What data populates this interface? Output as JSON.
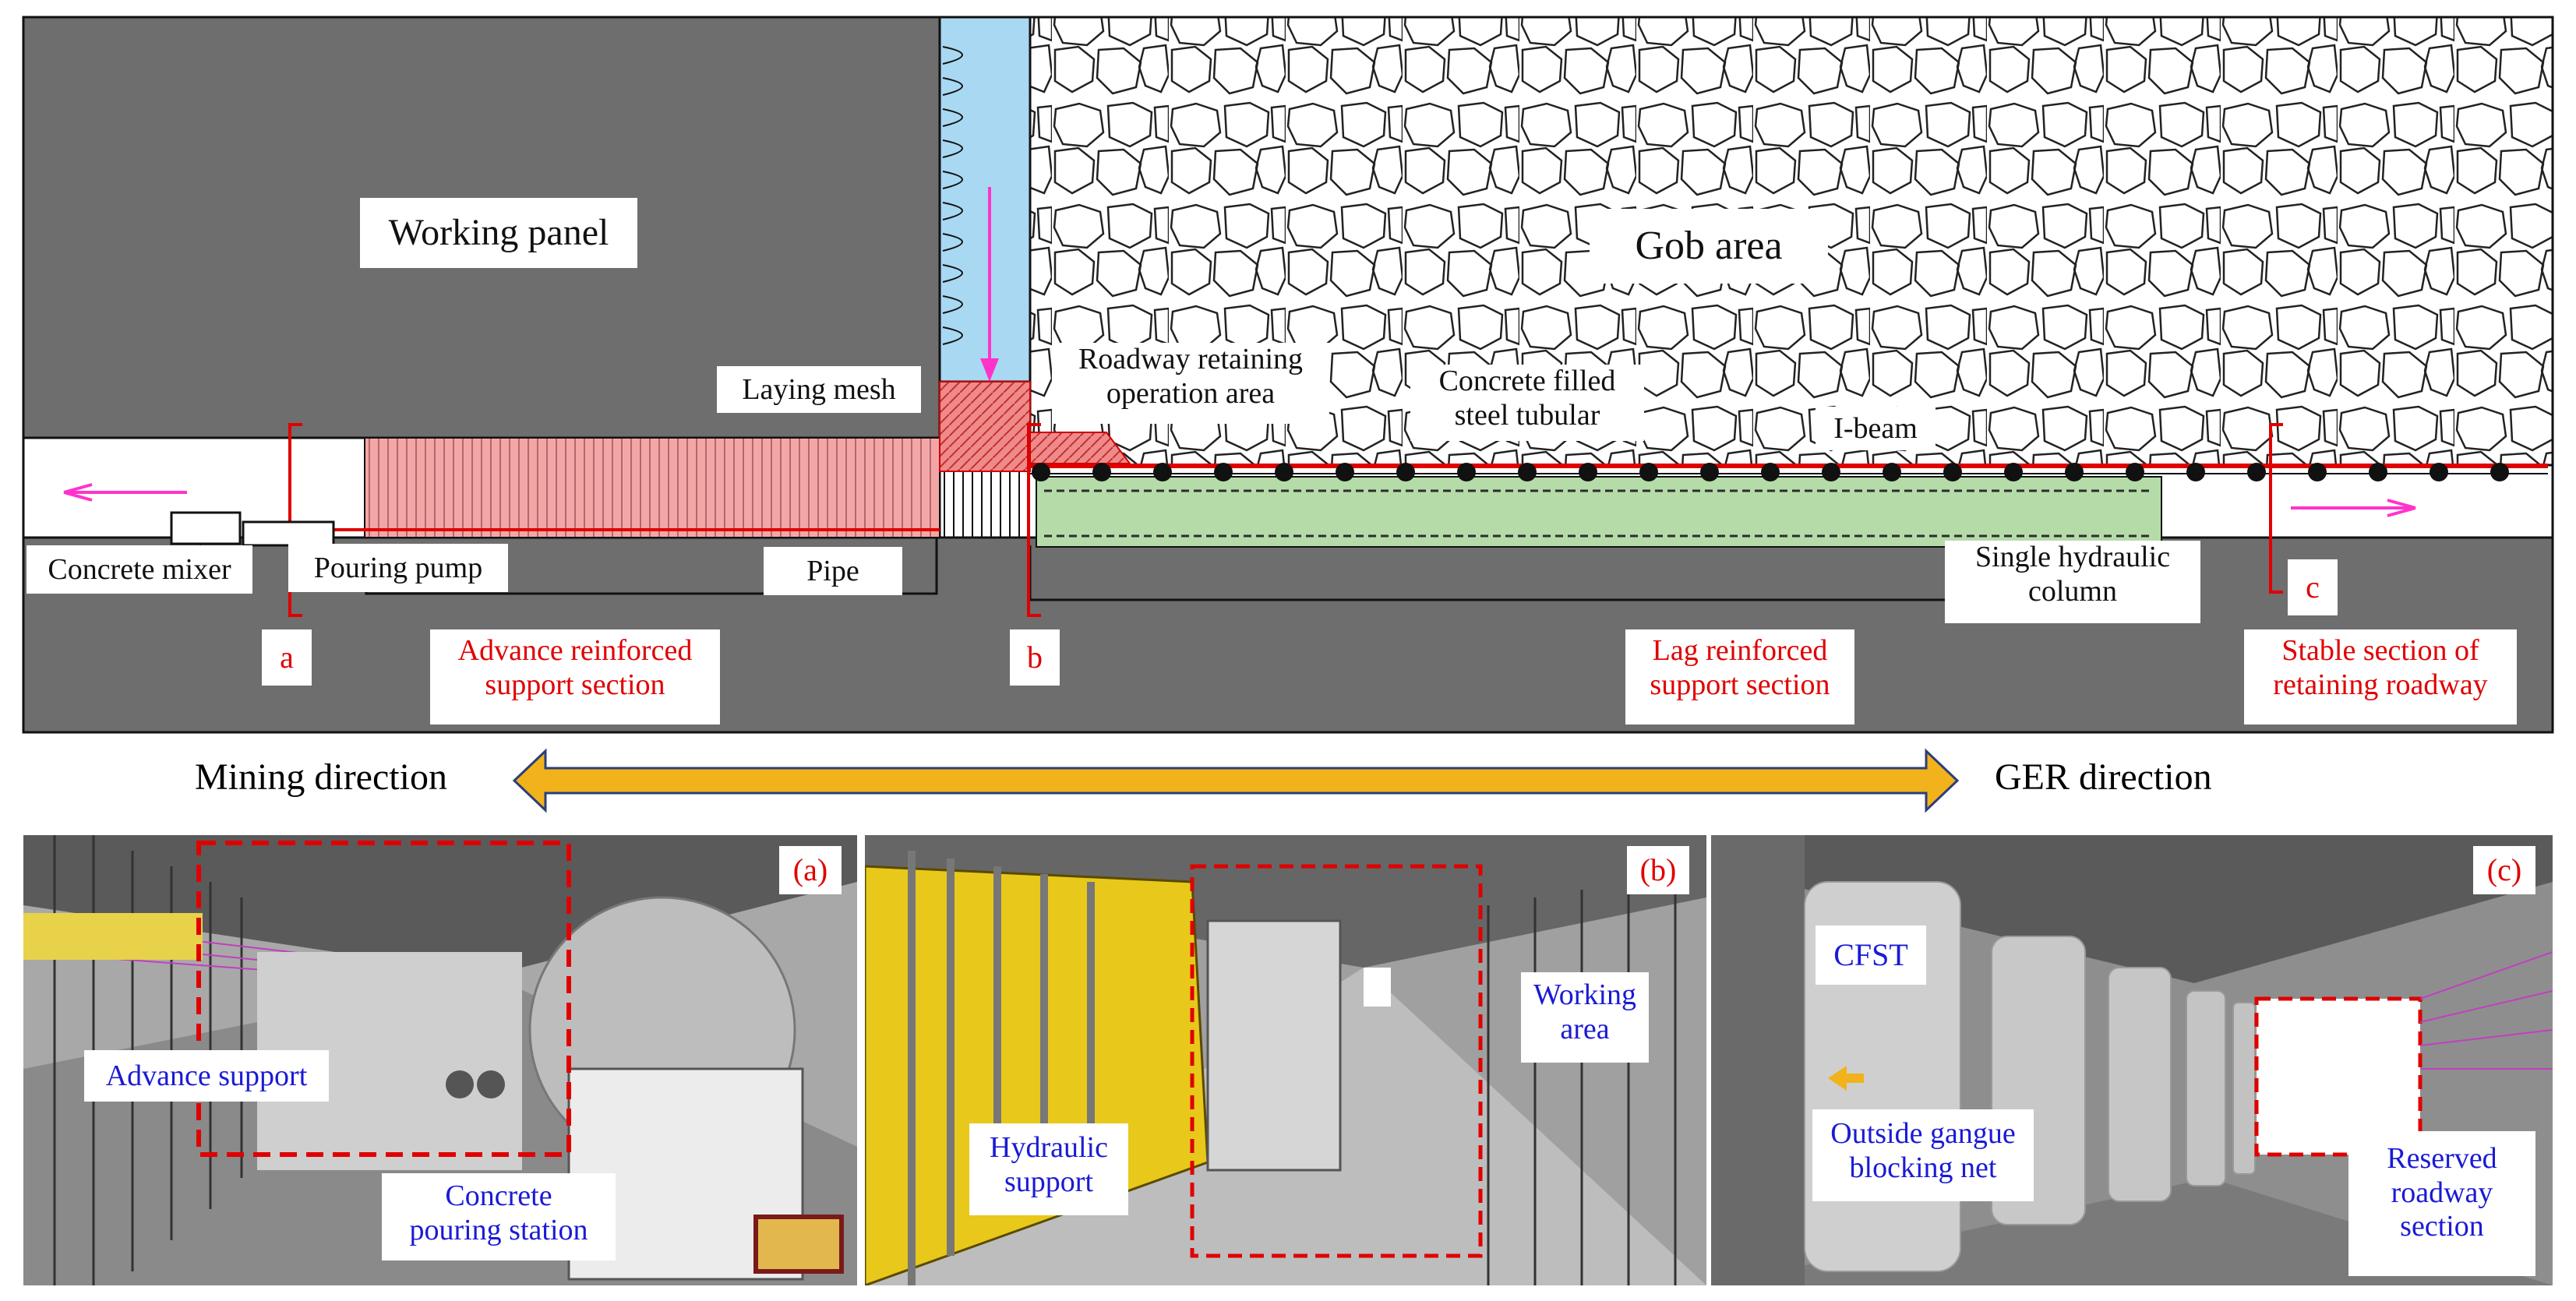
{
  "top_panel": {
    "working_panel": "Working panel",
    "gob_area": "Gob area",
    "laying_mesh": "Laying mesh",
    "roadway_retaining_line1": "Roadway retaining",
    "roadway_retaining_line2": "operation area",
    "cfst_line1": "Concrete filled",
    "cfst_line2": "steel tubular",
    "i_beam": "I-beam",
    "concrete_mixer": "Concrete mixer",
    "pouring_pump": "Pouring pump",
    "pipe": "Pipe",
    "single_hydraulic_line1": "Single hydraulic",
    "single_hydraulic_line2": "column",
    "marker_a": "a",
    "marker_b": "b",
    "marker_c": "c",
    "advance_line1": "Advance reinforced",
    "advance_line2": "support section",
    "lag_line1": "Lag reinforced",
    "lag_line2": "support section",
    "stable_line1": "Stable section of",
    "stable_line2": "retaining roadway"
  },
  "direction": {
    "mining": "Mining direction",
    "ger": "GER direction"
  },
  "photos": {
    "a": {
      "tag": "(a)",
      "advance_support": "Advance support",
      "pouring_line1": "Concrete",
      "pouring_line2": "pouring station"
    },
    "b": {
      "tag": "(b)",
      "working_line1": "Working",
      "working_line2": "area",
      "hydraulic_line1": "Hydraulic",
      "hydraulic_line2": "support"
    },
    "c": {
      "tag": "(c)",
      "cfst": "CFST",
      "outside_line1": "Outside gangue",
      "outside_line2": "blocking net",
      "reserved_line1": "Reserved",
      "reserved_line2": "roadway",
      "reserved_line3": "section"
    }
  },
  "colors": {
    "panel_gray": "#6e6e6e",
    "mesh_pink": "#f4a6a6",
    "water_blue": "#a9d8f2",
    "support_green": "#b5dba9",
    "arrow_orange": "#f2b21b",
    "label_red": "#e00000",
    "label_blue": "#1a1ad6"
  }
}
